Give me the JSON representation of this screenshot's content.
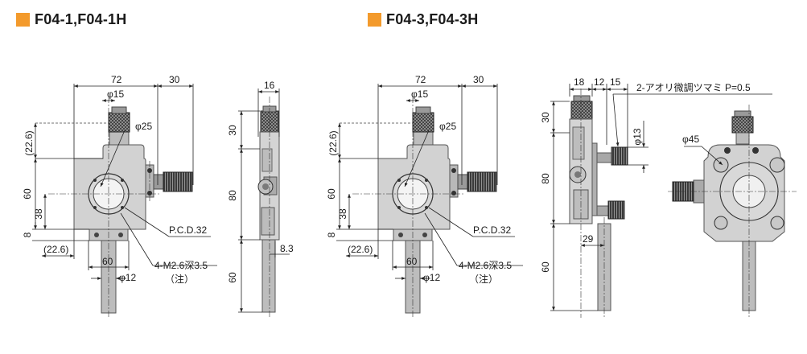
{
  "colors": {
    "accent": "#f39a2c",
    "body_fill": "#d2d2d2",
    "body_dark": "#9a9a9a",
    "knurl": "#2e2e2e"
  },
  "left_title": "F04-1,F04-1H",
  "right_title": "F04-3,F04-3H",
  "left": {
    "dim_72": "72",
    "dim_30": "30",
    "phi15": "φ15",
    "phi25": "φ25",
    "dim_22_6": "(22.6)",
    "dim_60": "60",
    "dim_38": "38",
    "dim_8": "8",
    "dim_22_6b": "(22.6)",
    "dim_60b": "60",
    "phi12": "φ12",
    "pcd": "P.C.D.32",
    "m26": "4-M2.6深3.5",
    "note": "（注）"
  },
  "left_side": {
    "dim_16": "16",
    "dim_30": "30",
    "dim_80": "80",
    "dim_8_3": "8.3",
    "dim_60": "60"
  },
  "right": {
    "dim_72": "72",
    "dim_30": "30",
    "phi15": "φ15",
    "phi25": "φ25",
    "dim_22_6": "(22.6)",
    "dim_60": "60",
    "dim_38": "38",
    "dim_8": "8",
    "dim_22_6b": "(22.6)",
    "dim_60b": "60",
    "phi12": "φ12",
    "pcd": "P.C.D.32",
    "m26": "4-M2.6深3.5",
    "note": "（注）"
  },
  "right_side": {
    "dim_18": "18",
    "dim_12": "12",
    "dim_15": "15",
    "knob_label": "2-アオリ微調ツマミ P=0.5",
    "phi13": "φ13",
    "dim_30": "30",
    "dim_80": "80",
    "dim_29": "29",
    "dim_60": "60",
    "phi45": "φ45"
  }
}
